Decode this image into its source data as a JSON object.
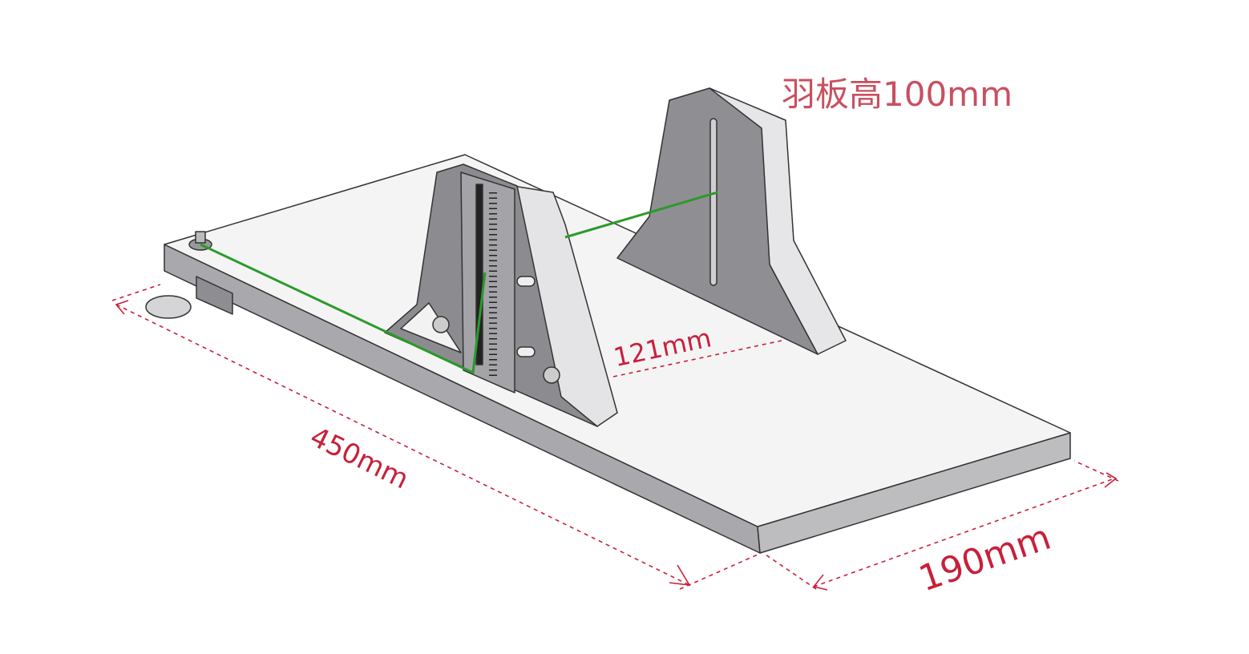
{
  "title_annotation": "羽板高100mm",
  "dimensions": {
    "gap": "121mm",
    "length": "450mm",
    "width": "190mm"
  },
  "colors": {
    "dimension": "#c8203a",
    "string": "#2a9a2a",
    "metal": "#c9c9cb"
  }
}
